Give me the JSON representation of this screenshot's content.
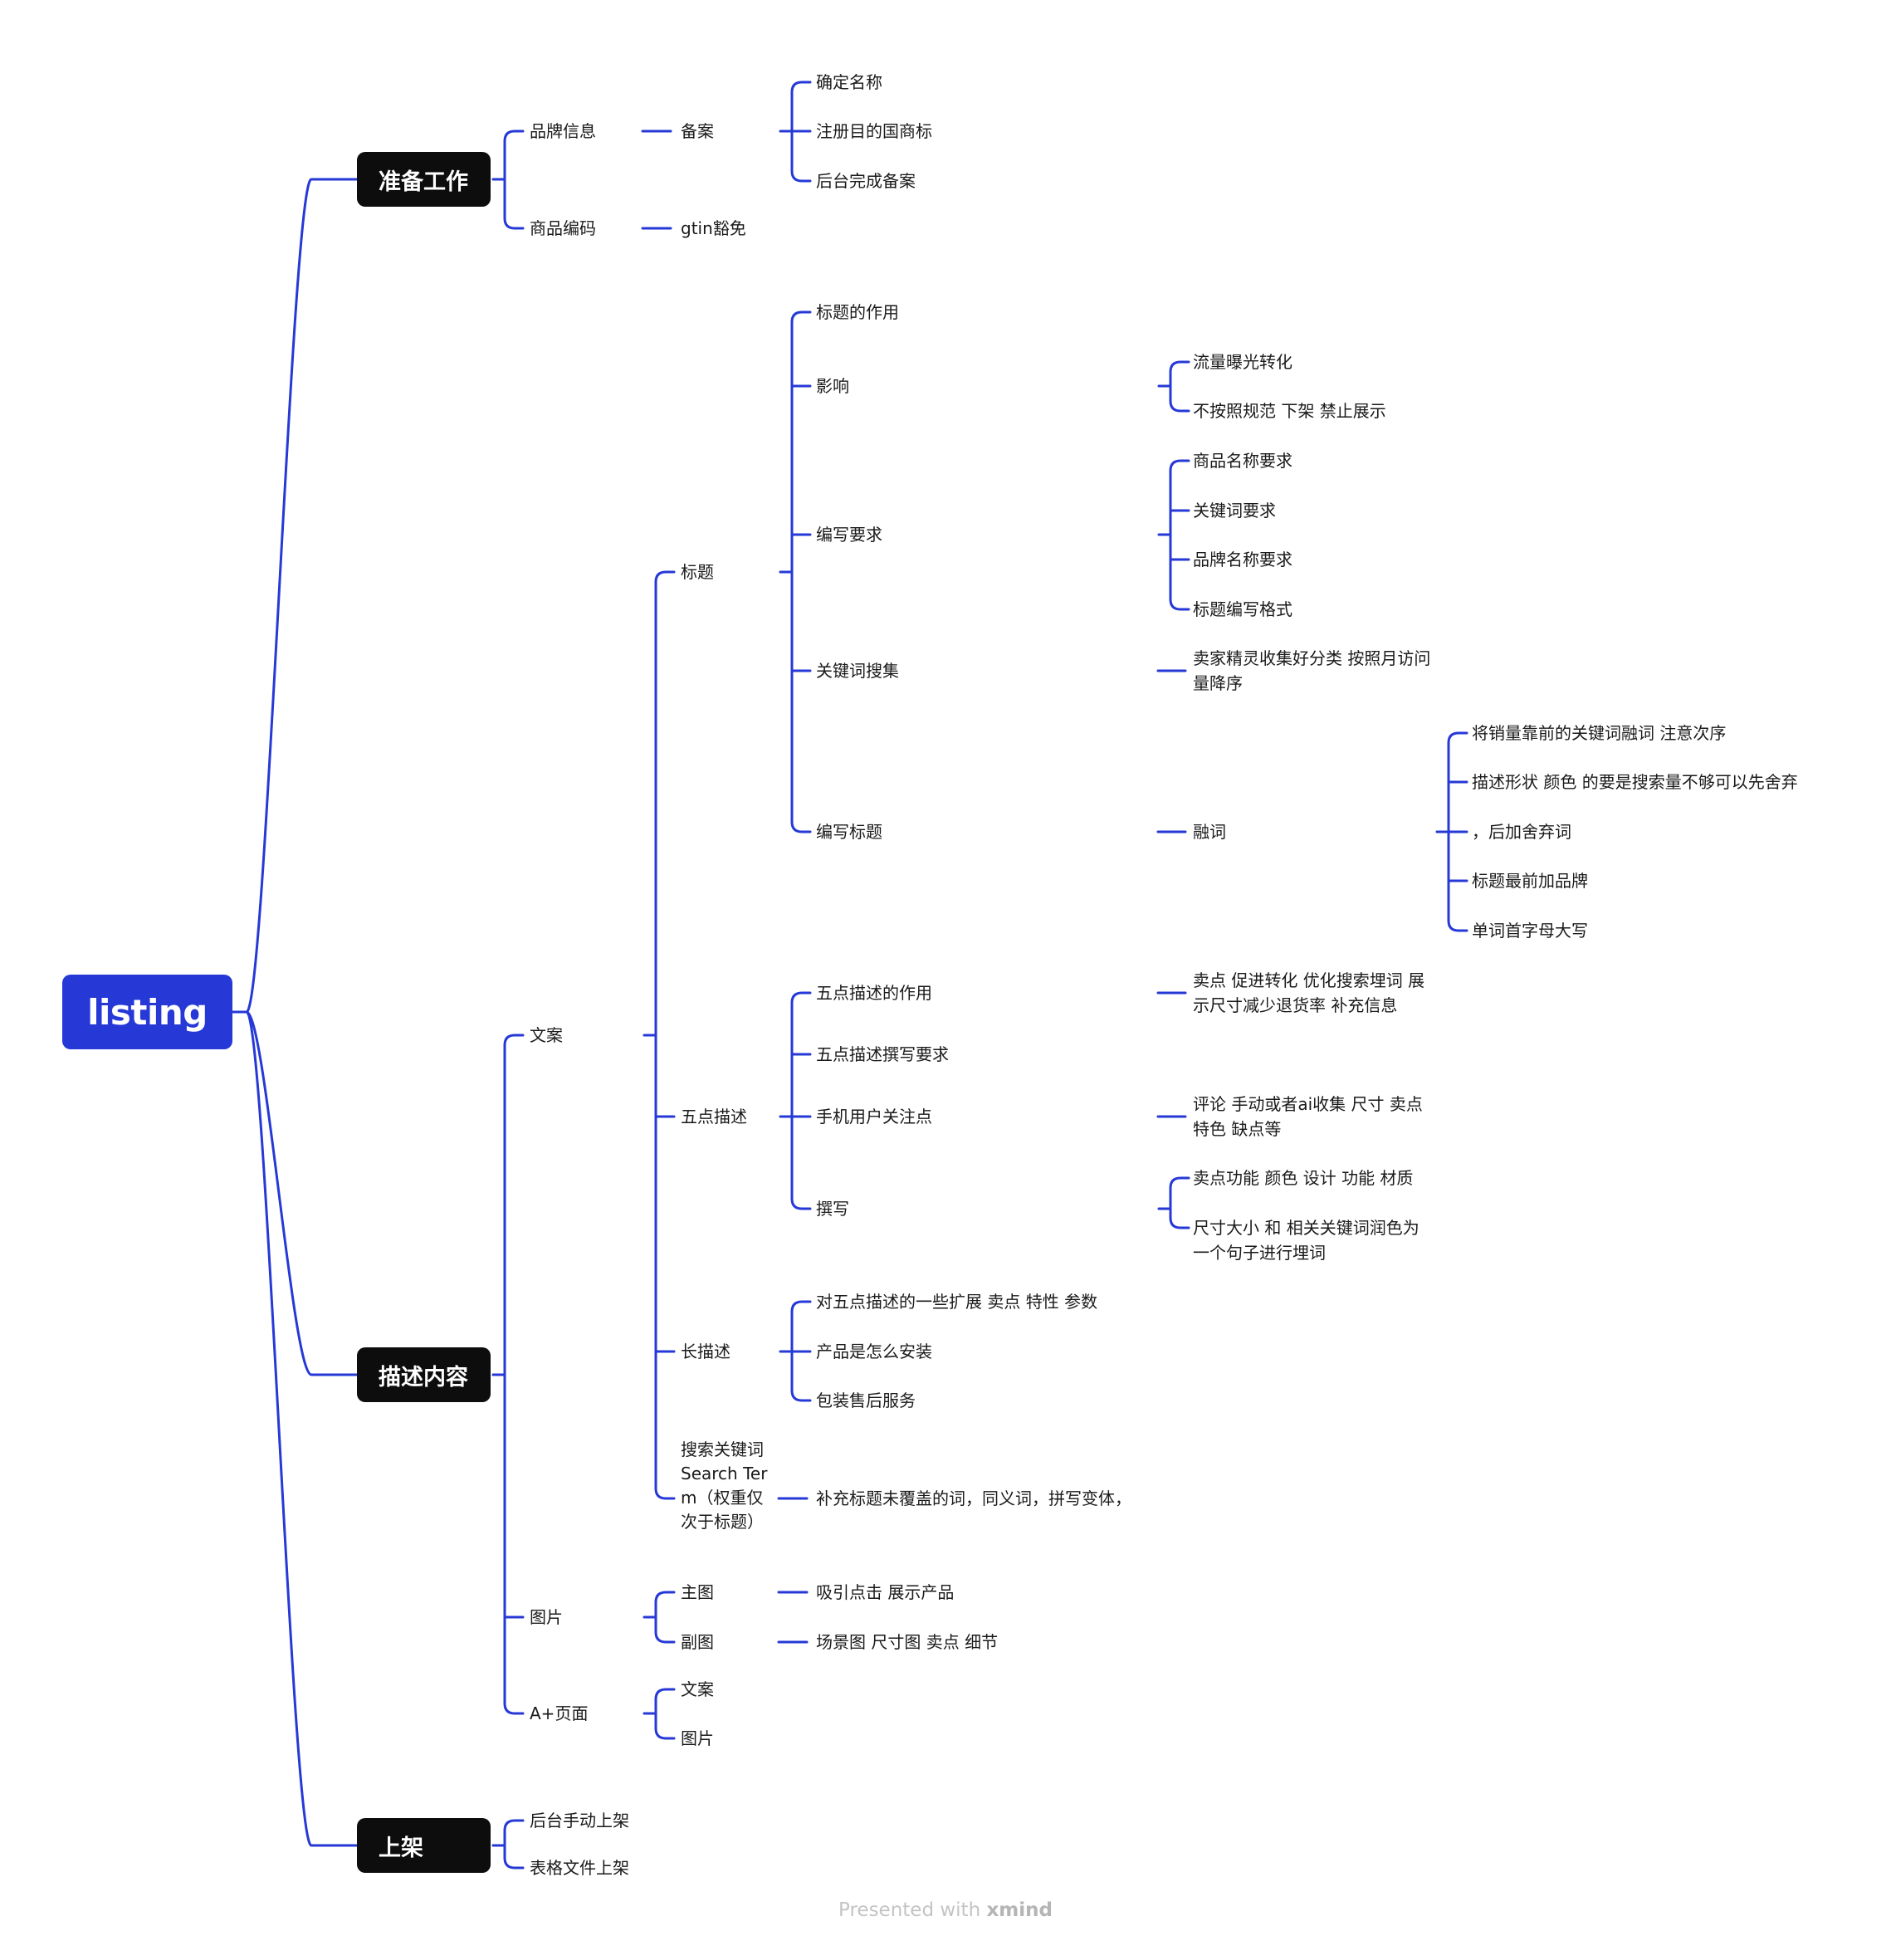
{
  "root": "listing",
  "main": [
    "准备工作",
    "描述内容",
    "上架"
  ],
  "prep": {
    "brand": "品牌信息",
    "record": "备案",
    "record_items": [
      "确定名称",
      "注册目的国商标",
      "后台完成备案"
    ],
    "code": "商品编码",
    "gtin": "gtin豁免"
  },
  "desc": {
    "copy": "文案",
    "title": {
      "label": "标题",
      "role": "标题的作用",
      "impact": "影响",
      "impact_items": [
        "流量曝光转化",
        "不按照规范 下架 禁止展示"
      ],
      "req": "编写要求",
      "req_items": [
        "商品名称要求",
        "关键词要求",
        "品牌名称要求",
        "标题编写格式"
      ],
      "kw": "关键词搜集",
      "kw_note": "卖家精灵收集好分类 按照月访问量降序",
      "write": "编写标题",
      "fuse": "融词",
      "fuse_items": [
        "将销量靠前的关键词融词 注意次序",
        "描述形状 颜色 的要是搜索量不够可以先舍弃",
        "，后加舍弃词",
        "标题最前加品牌",
        "单词首字母大写"
      ]
    },
    "five": {
      "label": "五点描述",
      "role": "五点描述的作用",
      "role_note": "卖点 促进转化 优化搜索埋词 展示尺寸减少退货率 补充信息",
      "req": "五点描述撰写要求",
      "mobile": "手机用户关注点",
      "mobile_note": "评论 手动或者ai收集 尺寸 卖点 特色 缺点等",
      "write": "撰写",
      "write_items": [
        "卖点功能  颜色 设计 功能 材质",
        "尺寸大小 和 相关关键词润色为一个句子进行埋词"
      ]
    },
    "long": {
      "label": "长描述",
      "items": [
        "对五点描述的一些扩展 卖点 特性 参数",
        "产品是怎么安装",
        "包装售后服务"
      ]
    },
    "search": {
      "label": "搜索关键词Search Term（权重仅次于标题）",
      "note": "补充标题未覆盖的词，同义词，拼写变体，"
    },
    "images": {
      "label": "图片",
      "main": "主图",
      "main_note": "吸引点击 展示产品",
      "sub": "副图",
      "sub_note": "场景图 尺寸图 卖点 细节"
    },
    "aplus": {
      "label": "A+页面",
      "items": [
        "文案",
        "图片"
      ]
    }
  },
  "listing": {
    "items": [
      "后台手动上架",
      "表格文件上架"
    ]
  },
  "footer": {
    "prefix": "Presented with ",
    "brand": "xmind"
  },
  "colors": {
    "line": "#2639d6",
    "root_bg": "#2639d6",
    "main_bg": "#0d0d0d"
  }
}
